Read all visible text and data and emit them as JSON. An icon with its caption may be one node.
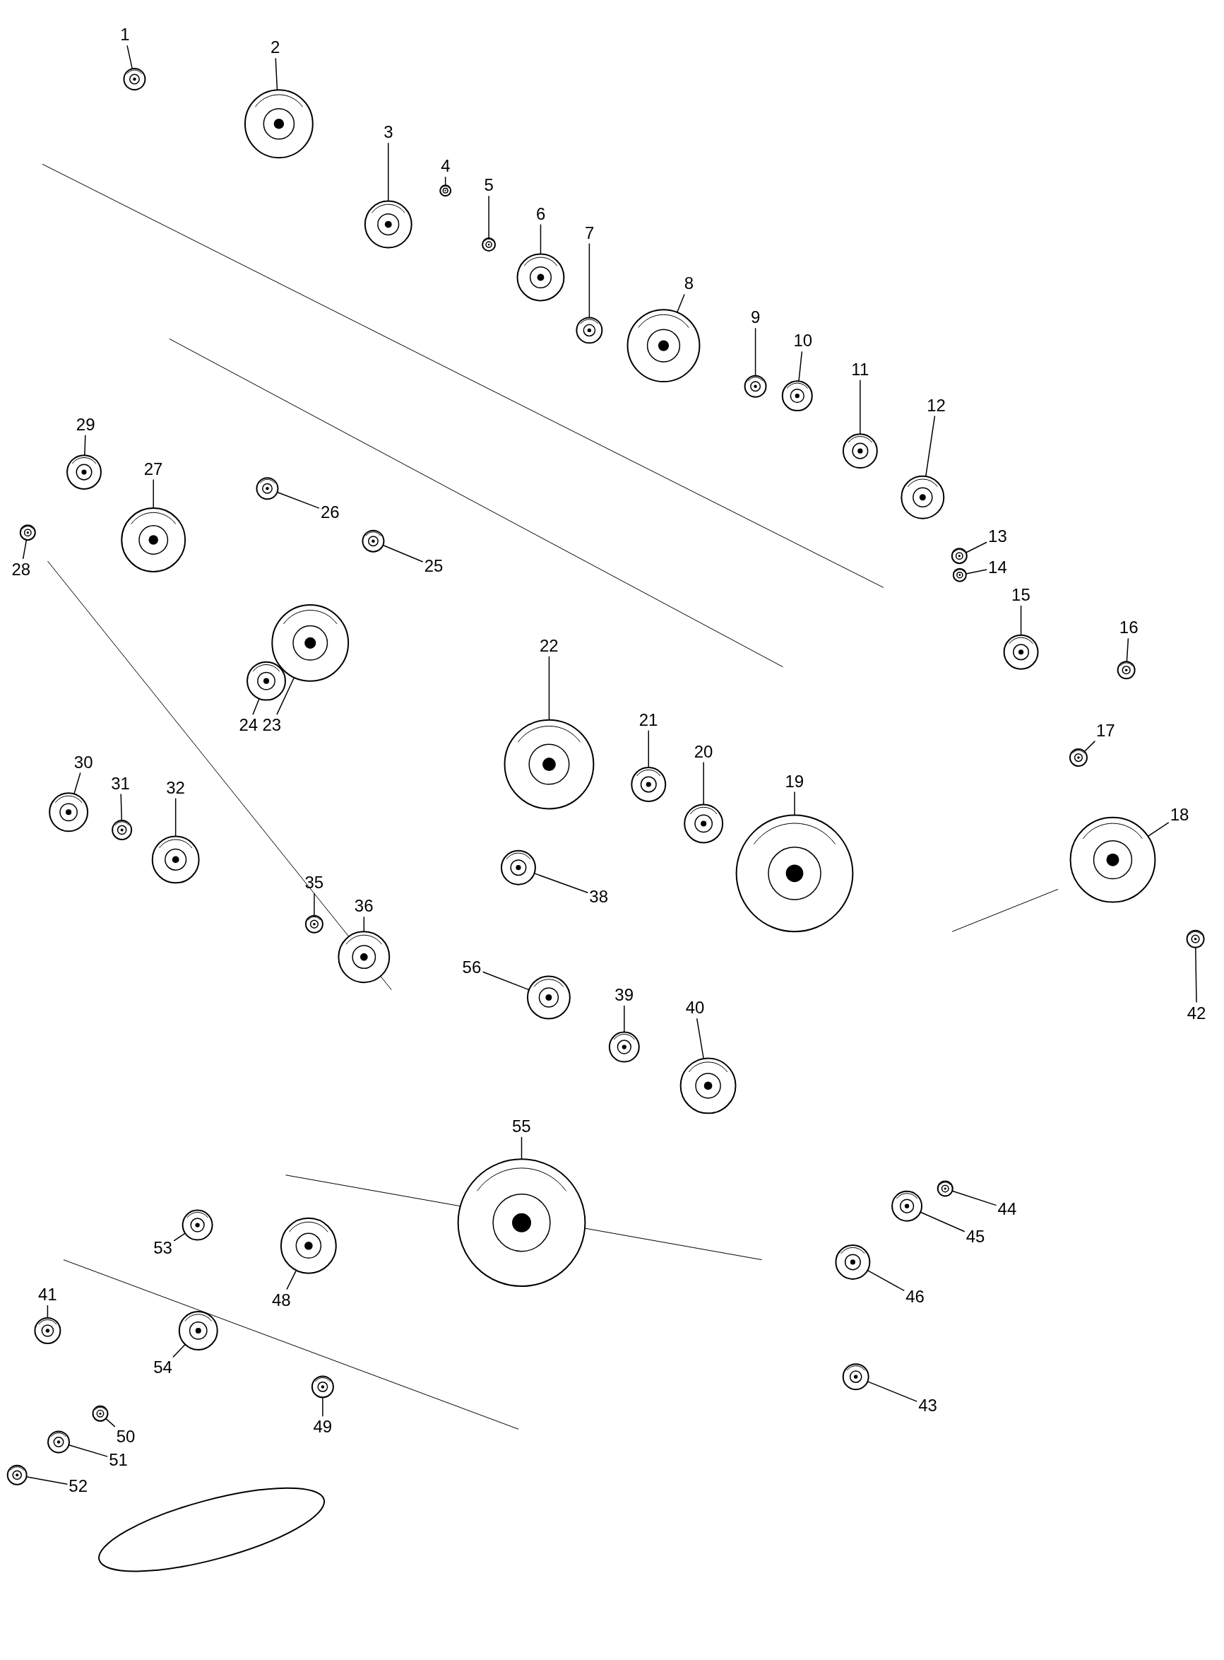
{
  "diagram": {
    "nodes": [
      {
        "text": [
          "1"
        ]
      },
      {
        "text": [
          "2"
        ]
      },
      {
        "text": [
          "3"
        ]
      },
      {
        "text": [
          "4"
        ]
      },
      {
        "text": [
          "5"
        ]
      },
      {
        "text": [
          "6"
        ]
      },
      {
        "text": [
          "7"
        ]
      },
      {
        "text": [
          "8"
        ]
      },
      {
        "text": [
          "9"
        ]
      },
      {
        "text": [
          "10"
        ]
      },
      {
        "text": [
          "11"
        ]
      },
      {
        "text": [
          "12"
        ]
      },
      {
        "text": [
          "13"
        ]
      },
      {
        "text": [
          "14"
        ]
      },
      {
        "text": [
          "15"
        ]
      },
      {
        "text": [
          "16"
        ]
      },
      {
        "text": [
          "17"
        ]
      },
      {
        "text": [
          "18"
        ]
      },
      {
        "text": [
          "19"
        ]
      },
      {
        "text": [
          "20"
        ]
      },
      {
        "text": [
          "21"
        ]
      },
      {
        "text": [
          "22"
        ]
      },
      {
        "text": [
          "23"
        ]
      },
      {
        "text": [
          "24"
        ]
      },
      {
        "text": [
          "25"
        ]
      },
      {
        "text": [
          "26"
        ]
      },
      {
        "text": [
          "27"
        ]
      },
      {
        "text": [
          "28"
        ]
      },
      {
        "text": [
          "29"
        ]
      },
      {
        "text": [
          "30"
        ]
      },
      {
        "text": [
          "31"
        ]
      },
      {
        "text": [
          "32"
        ]
      },
      {
        "text": [
          "35"
        ]
      },
      {
        "text": [
          "36"
        ]
      },
      {
        "text": [
          "38"
        ]
      },
      {
        "text": [
          "39"
        ]
      },
      {
        "text": [
          "40"
        ]
      },
      {
        "text": [
          "41"
        ]
      },
      {
        "text": [
          "42"
        ]
      },
      {
        "text": [
          "43"
        ]
      },
      {
        "text": [
          "44"
        ]
      },
      {
        "text": [
          "45"
        ]
      },
      {
        "text": [
          "46"
        ]
      },
      {
        "text": [
          "48"
        ]
      },
      {
        "text": [
          "49"
        ]
      },
      {
        "text": [
          "50"
        ]
      },
      {
        "text": [
          "51"
        ]
      },
      {
        "text": [
          "52"
        ]
      },
      {
        "text": [
          "53"
        ]
      },
      {
        "text": [
          "54"
        ]
      },
      {
        "text": [
          "55"
        ]
      },
      {
        "text": [
          "56"
        ]
      },
      {
        "text": [],
        "shape": "picture"
      },
      {
        "text": [],
        "shape": "picture"
      },
      {
        "text": [],
        "shape": "picture"
      },
      {
        "text": [],
        "shape": "picture"
      },
      {
        "text": [],
        "shape": "picture"
      },
      {
        "text": [],
        "shape": "picture"
      },
      {
        "text": [],
        "shape": "picture"
      },
      {
        "text": [],
        "shape": "picture"
      },
      {
        "text": [],
        "shape": "picture"
      },
      {
        "text": [],
        "shape": "picture"
      },
      {
        "text": [],
        "shape": "picture"
      },
      {
        "text": [],
        "shape": "picture"
      },
      {
        "text": [],
        "shape": "picture"
      },
      {
        "text": [],
        "shape": "picture"
      },
      {
        "text": [],
        "shape": "picture"
      },
      {
        "text": [],
        "shape": "picture"
      },
      {
        "text": [],
        "shape": "picture"
      },
      {
        "text": [],
        "shape": "picture"
      },
      {
        "text": [],
        "shape": "picture"
      },
      {
        "text": [],
        "shape": "picture"
      },
      {
        "text": [],
        "shape": "picture"
      },
      {
        "text": [],
        "shape": "picture"
      },
      {
        "text": [],
        "shape": "picture"
      },
      {
        "text": [],
        "shape": "picture"
      },
      {
        "text": [],
        "shape": "picture"
      },
      {
        "text": [],
        "shape": "picture"
      },
      {
        "text": [],
        "shape": "picture"
      },
      {
        "text": [],
        "shape": "picture"
      },
      {
        "text": [],
        "shape": "picture"
      },
      {
        "text": [],
        "shape": "picture"
      },
      {
        "text": [],
        "shape": "picture"
      },
      {
        "text": [],
        "shape": "picture"
      },
      {
        "text": [],
        "shape": "picture"
      },
      {
        "text": [],
        "shape": "picture"
      },
      {
        "text": [],
        "shape": "picture"
      },
      {
        "text": [],
        "shape": "picture"
      },
      {
        "text": [],
        "shape": "picture"
      },
      {
        "text": [],
        "shape": "picture"
      },
      {
        "text": [],
        "shape": "picture"
      },
      {
        "text": [],
        "shape": "picture"
      },
      {
        "text": [],
        "shape": "picture"
      },
      {
        "text": [],
        "shape": "picture"
      },
      {
        "text": [],
        "shape": "picture"
      },
      {
        "text": [],
        "shape": "picture"
      },
      {
        "text": [],
        "shape": "picture"
      },
      {
        "text": [],
        "shape": "picture"
      },
      {
        "text": [],
        "shape": "picture"
      },
      {
        "text": [],
        "shape": "picture"
      },
      {
        "text": [],
        "shape": "picture"
      },
      {
        "text": [],
        "shape": "picture"
      },
      {
        "text": [],
        "shape": "picture"
      },
      {
        "text": [],
        "shape": "picture"
      }
    ],
    "edges": [
      {
        "from": 0,
        "to": 52,
        "arrow": "none"
      },
      {
        "from": 1,
        "to": 53,
        "arrow": "none"
      },
      {
        "from": 2,
        "to": 54,
        "arrow": "none"
      },
      {
        "from": 3,
        "to": 55,
        "arrow": "none"
      },
      {
        "from": 4,
        "to": 56,
        "arrow": "none"
      },
      {
        "from": 5,
        "to": 57,
        "arrow": "none"
      },
      {
        "from": 6,
        "to": 58,
        "arrow": "none"
      },
      {
        "from": 7,
        "to": 59,
        "arrow": "none"
      },
      {
        "from": 8,
        "to": 60,
        "arrow": "none"
      },
      {
        "from": 9,
        "to": 61,
        "arrow": "none"
      },
      {
        "from": 10,
        "to": 62,
        "arrow": "none"
      },
      {
        "from": 11,
        "to": 63,
        "arrow": "none"
      },
      {
        "from": 12,
        "to": 64,
        "arrow": "none"
      },
      {
        "from": 13,
        "to": 65,
        "arrow": "none"
      },
      {
        "from": 14,
        "to": 66,
        "arrow": "none"
      },
      {
        "from": 15,
        "to": 67,
        "arrow": "none"
      },
      {
        "from": 16,
        "to": 68,
        "arrow": "none"
      },
      {
        "from": 17,
        "to": 69,
        "arrow": "none"
      },
      {
        "from": 18,
        "to": 70,
        "arrow": "none"
      },
      {
        "from": 19,
        "to": 71,
        "arrow": "none"
      },
      {
        "from": 20,
        "to": 72,
        "arrow": "none"
      },
      {
        "from": 21,
        "to": 73,
        "arrow": "none"
      },
      {
        "from": 22,
        "to": 74,
        "arrow": "none"
      },
      {
        "from": 23,
        "to": 75,
        "arrow": "none"
      },
      {
        "from": 24,
        "to": 76,
        "arrow": "none"
      },
      {
        "from": 25,
        "to": 77,
        "arrow": "none"
      },
      {
        "from": 26,
        "to": 78,
        "arrow": "none"
      },
      {
        "from": 27,
        "to": 79,
        "arrow": "none"
      },
      {
        "from": 28,
        "to": 80,
        "arrow": "none"
      },
      {
        "from": 29,
        "to": 81,
        "arrow": "none"
      },
      {
        "from": 30,
        "to": 82,
        "arrow": "none"
      },
      {
        "from": 31,
        "to": 83,
        "arrow": "none"
      },
      {
        "from": 32,
        "to": 84,
        "arrow": "none"
      },
      {
        "from": 33,
        "to": 85,
        "arrow": "none"
      },
      {
        "from": 34,
        "to": 86,
        "arrow": "none"
      },
      {
        "from": 35,
        "to": 87,
        "arrow": "none"
      },
      {
        "from": 36,
        "to": 88,
        "arrow": "none"
      },
      {
        "from": 37,
        "to": 89,
        "arrow": "none"
      },
      {
        "from": 38,
        "to": 90,
        "arrow": "none"
      },
      {
        "from": 39,
        "to": 91,
        "arrow": "none"
      },
      {
        "from": 40,
        "to": 92,
        "arrow": "none"
      },
      {
        "from": 41,
        "to": 93,
        "arrow": "none"
      },
      {
        "from": 42,
        "to": 94,
        "arrow": "none"
      },
      {
        "from": 43,
        "to": 95,
        "arrow": "none"
      },
      {
        "from": 44,
        "to": 96,
        "arrow": "none"
      },
      {
        "from": 45,
        "to": 97,
        "arrow": "none"
      },
      {
        "from": 46,
        "to": 98,
        "arrow": "none"
      },
      {
        "from": 47,
        "to": 99,
        "arrow": "none"
      },
      {
        "from": 48,
        "to": 100,
        "arrow": "none"
      },
      {
        "from": 49,
        "to": 101,
        "arrow": "none"
      },
      {
        "from": 50,
        "to": 102,
        "arrow": "none"
      },
      {
        "from": 51,
        "to": 103,
        "arrow": "none"
      }
    ]
  }
}
